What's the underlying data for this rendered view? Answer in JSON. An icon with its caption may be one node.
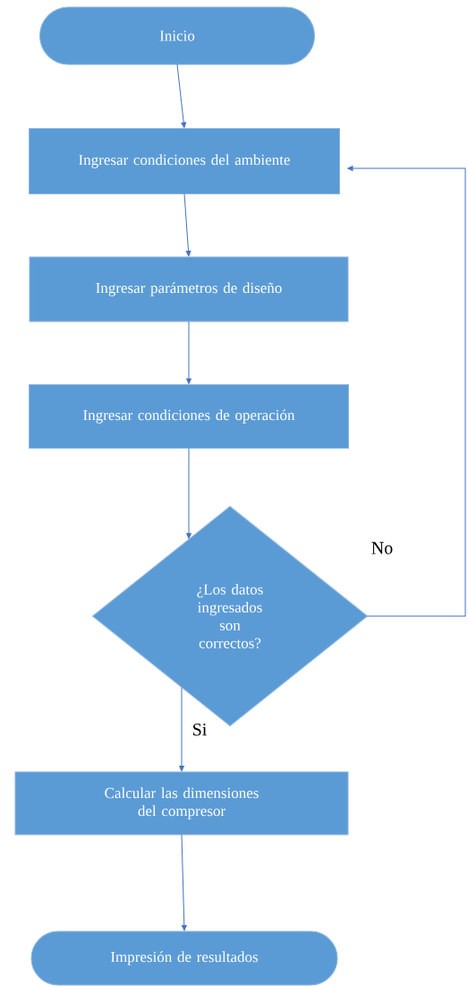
{
  "diagram": {
    "nodes": [
      {
        "text": [
          "Inicio"
        ]
      },
      {
        "text": [
          "Ingresar condiciones del ambiente"
        ]
      },
      {
        "text": [
          "Ingresar parámetros de diseño"
        ]
      },
      {
        "text": [
          "Ingresar condiciones de operación"
        ]
      },
      {
        "text": [
          "¿Los datos ingresados son correctos?"
        ]
      },
      {
        "text": [
          "Calcular las dimensiones del compresor"
        ]
      },
      {
        "text": [
          "Impresión de resultados"
        ]
      }
    ],
    "edges": [
      {
        "from": 0,
        "to": 1,
        "arrow": "to"
      },
      {
        "from": 1,
        "to": 2,
        "arrow": "to"
      },
      {
        "from": 2,
        "to": 3,
        "arrow": "to"
      },
      {
        "from": 3,
        "to": 4,
        "arrow": "to"
      },
      {
        "from": 4,
        "to": 5,
        "arrow": "to",
        "label": "Si"
      },
      {
        "from": 4,
        "to": 1,
        "arrow": "to",
        "label": "No"
      },
      {
        "from": 5,
        "to": 6,
        "arrow": "to"
      }
    ]
  }
}
